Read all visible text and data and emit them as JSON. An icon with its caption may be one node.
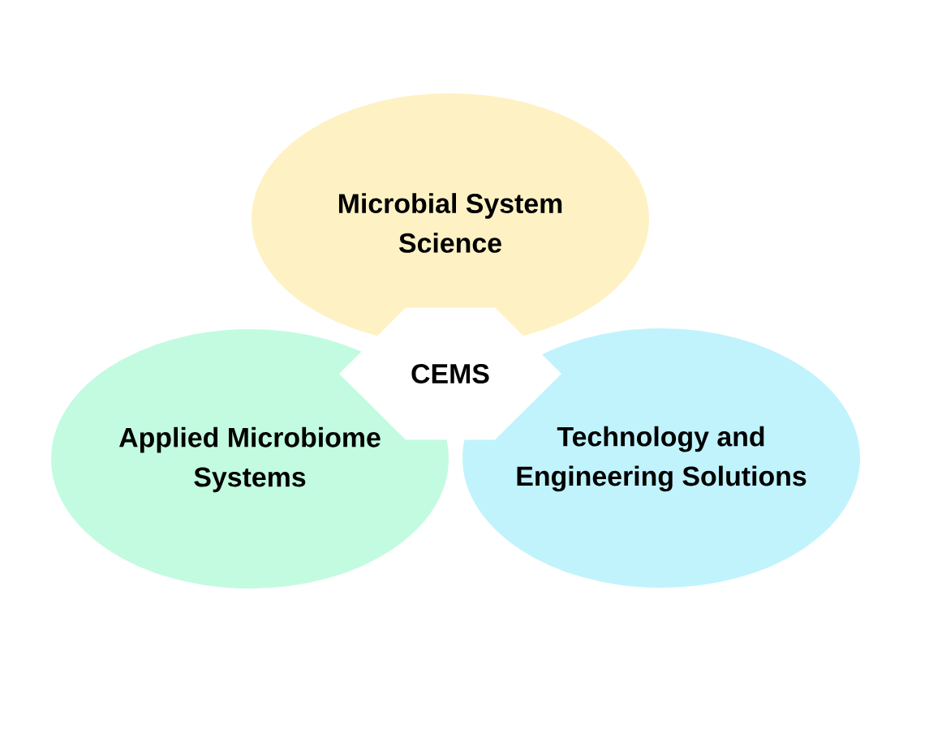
{
  "diagram": {
    "nodes": [
      {
        "text": [
          "Microbial System Science"
        ]
      },
      {
        "text": [
          "CEMS"
        ]
      },
      {
        "text": [
          "Applied Microbiome Systems"
        ]
      },
      {
        "text": [
          "Technology and Engineering Solutions"
        ]
      }
    ]
  }
}
